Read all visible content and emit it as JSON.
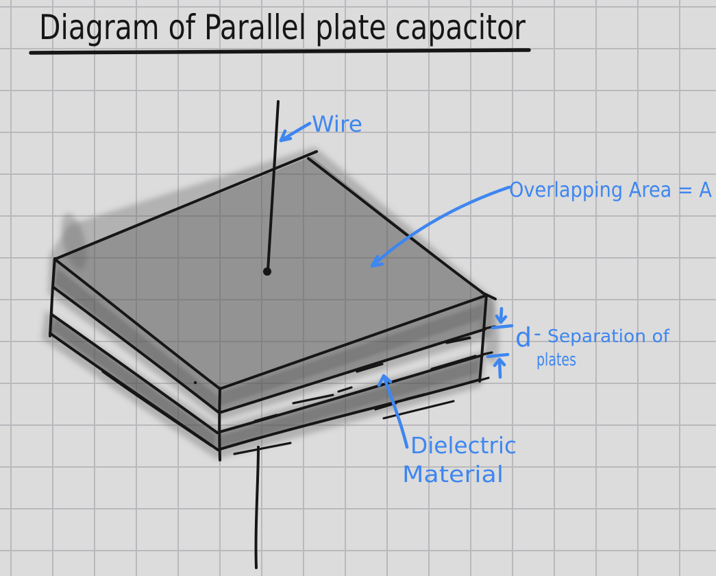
{
  "title": "Diagram of Parallel plate capacitor",
  "labels": {
    "wire": "Wire",
    "overlapping_area": "Overlapping Area = A",
    "d": "d",
    "d_dash": "-",
    "separation_line1": "Separation of",
    "separation_line2": "plates",
    "dielectric_line1": "Dielectric",
    "dielectric_line2": "Material"
  },
  "colors": {
    "paper": "#dcdcdc",
    "grid_line": "#b9b9bd",
    "ink": "#161616",
    "annotation_blue": "#3e86f0",
    "plate_fill_over_paper": "#afafaf",
    "shadow_over_paper": "#949494"
  }
}
